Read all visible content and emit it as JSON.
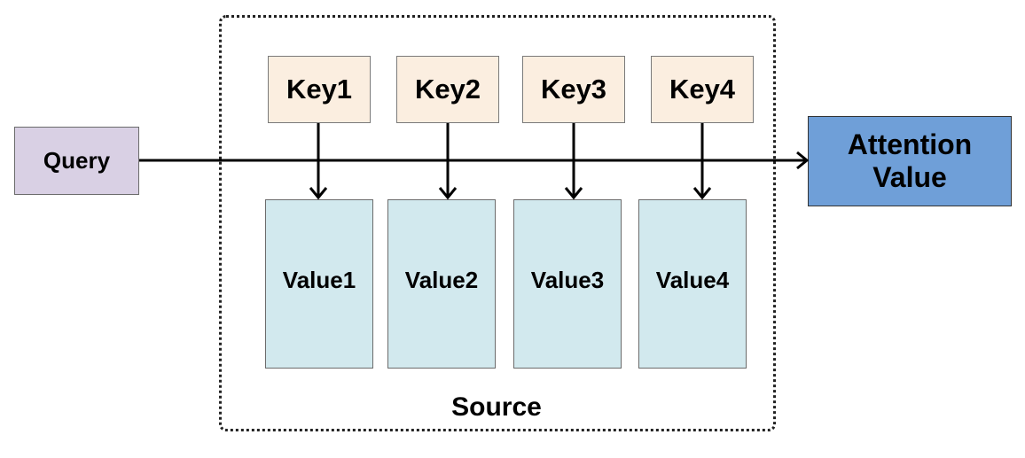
{
  "query": {
    "label": "Query"
  },
  "source": {
    "label": "Source"
  },
  "keys": [
    {
      "label": "Key1"
    },
    {
      "label": "Key2"
    },
    {
      "label": "Key3"
    },
    {
      "label": "Key4"
    }
  ],
  "values": [
    {
      "label": "Value1"
    },
    {
      "label": "Value2"
    },
    {
      "label": "Value3"
    },
    {
      "label": "Value4"
    }
  ],
  "attention_value": {
    "line1": "Attention",
    "line2": "Value"
  },
  "colors": {
    "query_fill": "#d9d0e4",
    "key_fill": "#fbeee0",
    "value_fill": "#d2e9ee",
    "attention_fill": "#6f9fd8"
  }
}
